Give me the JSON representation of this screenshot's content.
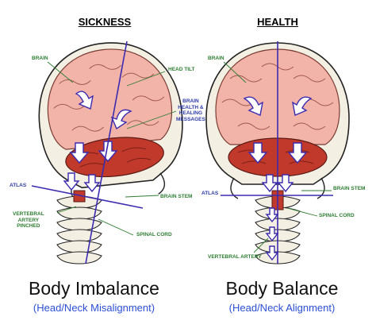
{
  "left": {
    "header": "SICKNESS",
    "title": "Body Imbalance",
    "subtitle": "(Head/Neck Misalignment)",
    "labels": {
      "brain": "BRAIN",
      "head_tilt": "HEAD TILT",
      "messages": "BRAIN\nHEALTH &\nHEALING\nMESSAGES",
      "atlas": "ATLAS",
      "brain_stem": "BRAIN STEM",
      "vertebral_artery": "VERTEBRAL\nARTERY\nPINCHED",
      "spinal_cord": "SPINAL CORD"
    }
  },
  "right": {
    "header": "HEALTH",
    "title": "Body Balance",
    "subtitle": "(Head/Neck Alignment)",
    "labels": {
      "brain": "BRAIN",
      "atlas": "ATLAS",
      "brain_stem": "BRAIN STEM",
      "spinal_cord": "SPINAL CORD",
      "vertebral_artery": "VERTEBRAL ARTERY"
    }
  },
  "colors": {
    "brain": "#f2b3a8",
    "brain_stem": "#c0392b",
    "skull": "#f3efe3",
    "axis_line": "#3b2bb0",
    "label_green": "#2e7d32",
    "subtitle_blue": "#2c4fd6"
  }
}
